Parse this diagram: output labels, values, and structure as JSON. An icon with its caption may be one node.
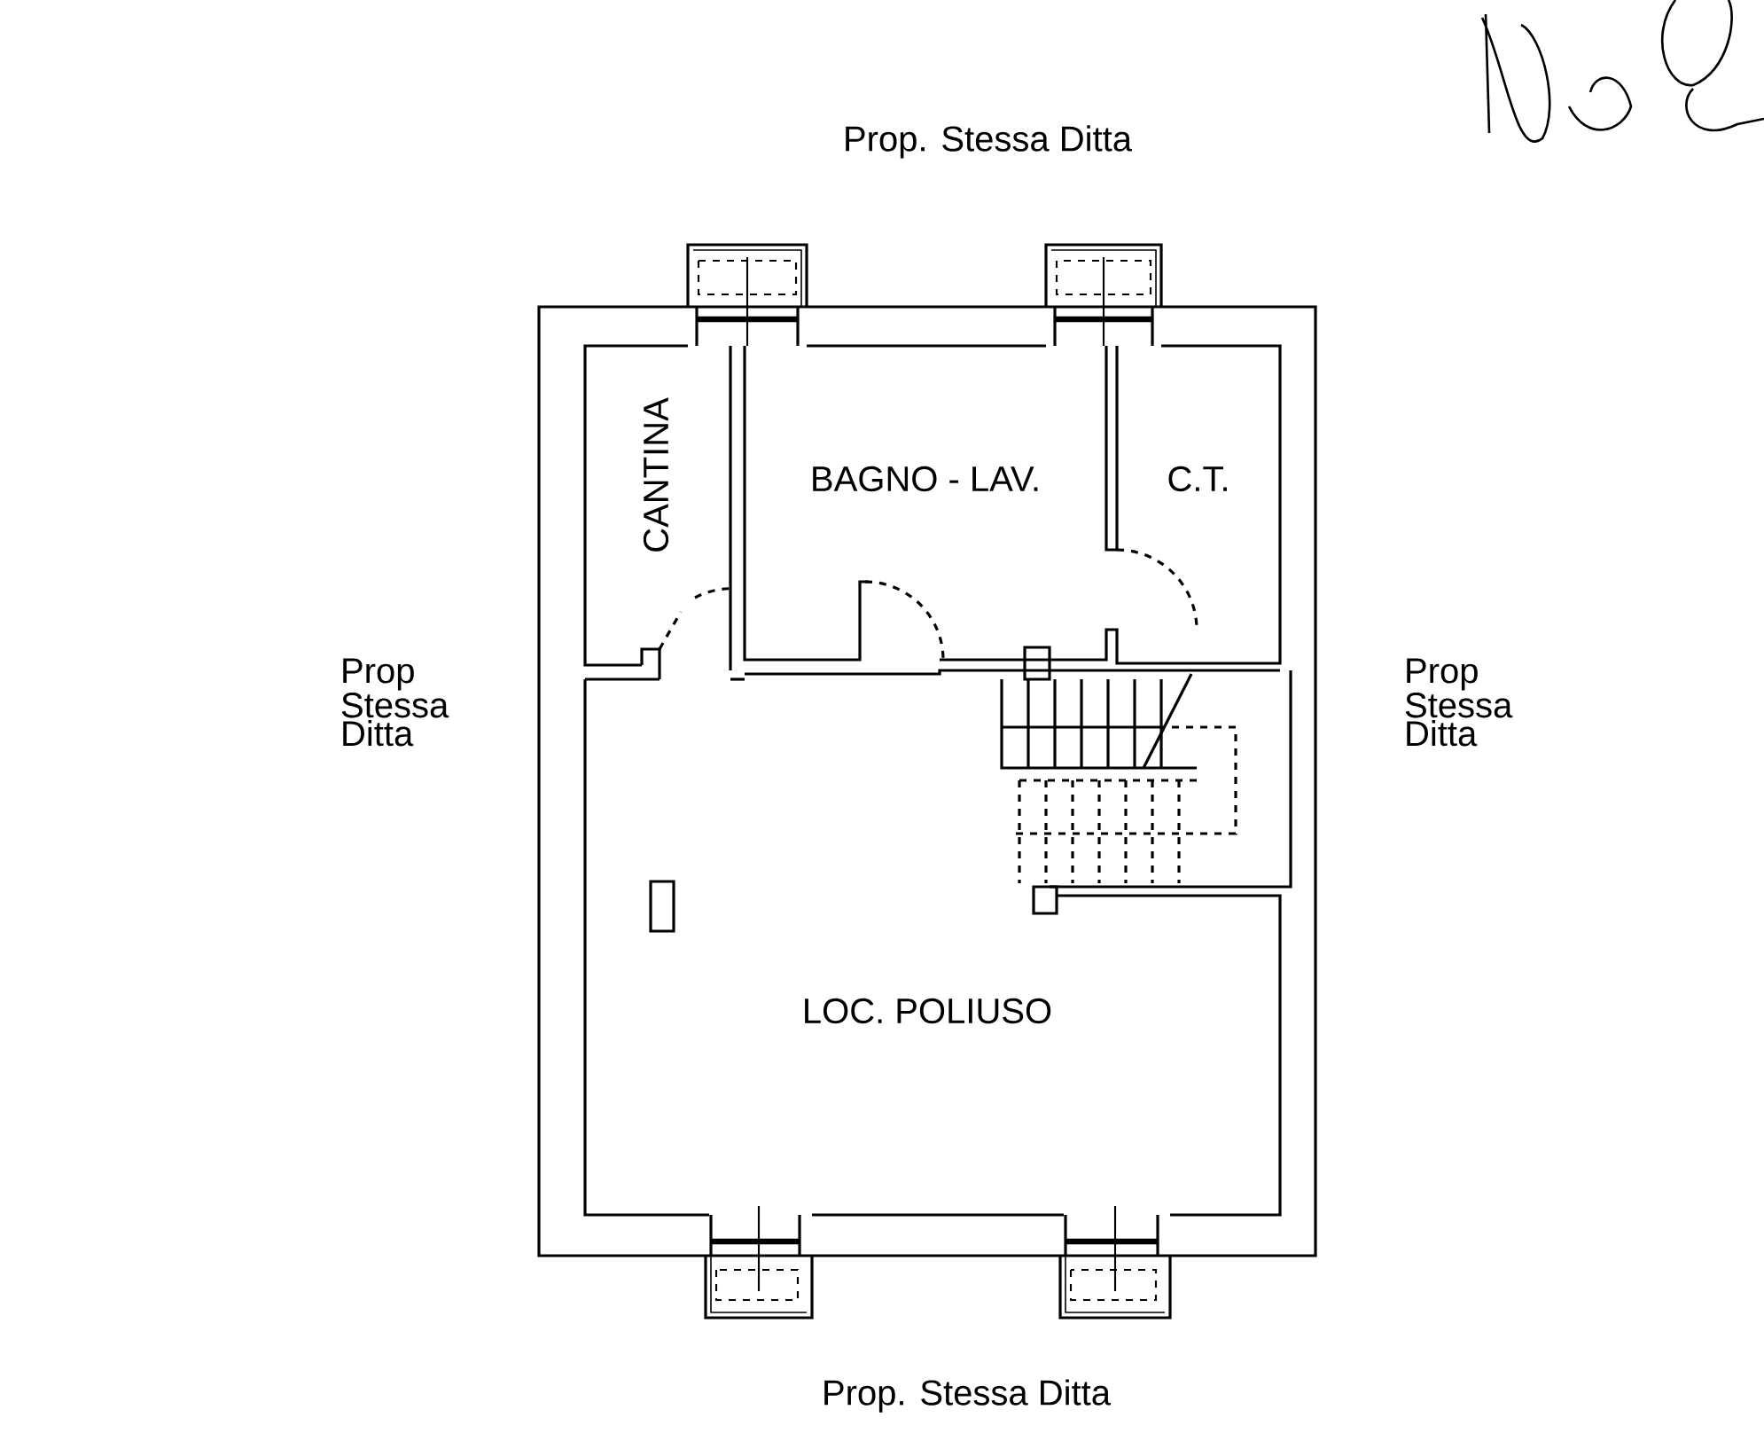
{
  "diagram": {
    "nodes": [
      {
        "text": [
          "CANTINA"
        ]
      },
      {
        "text": [
          "BAGNO - LAV."
        ]
      },
      {
        "text": [
          "C.T."
        ]
      },
      {
        "text": [
          "LOC. POLIUSO"
        ]
      }
    ],
    "labels": [
      "Prop. Stessa Ditta",
      "Prop Stessa Ditta",
      "Prop Stessa Ditta",
      "Prop. Stessa Ditta"
    ]
  }
}
